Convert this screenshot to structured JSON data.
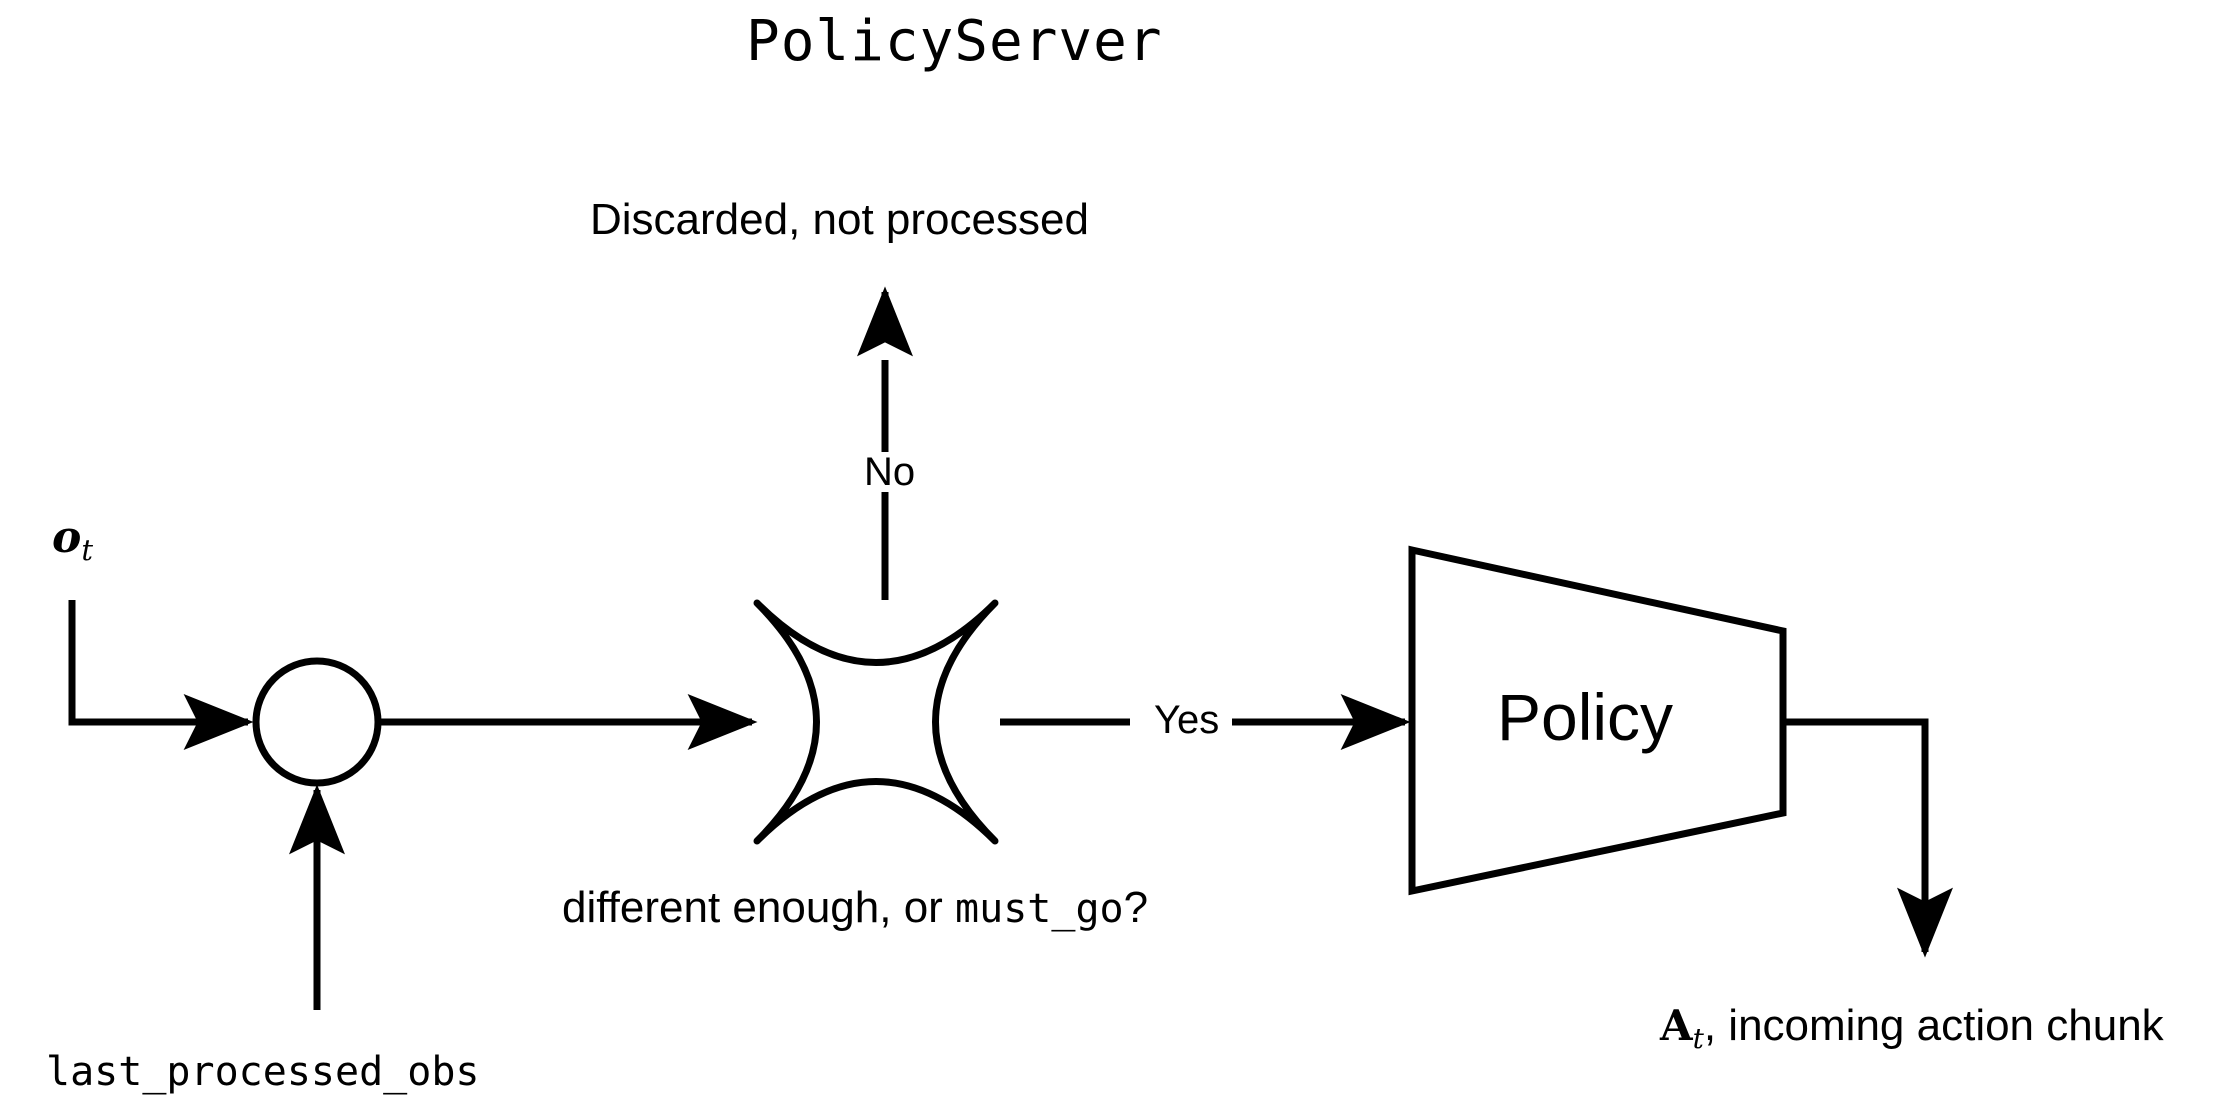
{
  "diagram": {
    "title": "PolicyServer",
    "nodes": {
      "merge": {
        "name": "merge-circle",
        "label": ""
      },
      "decision": {
        "name": "decision-star",
        "caption_prefix": "different enough, or ",
        "caption_code": "must_go",
        "caption_suffix": "?"
      },
      "policy": {
        "name": "policy-trapezoid",
        "label": "Policy"
      }
    },
    "labels": {
      "input_obs_symbol": "o",
      "input_obs_subscript": "t",
      "feedback_input": "last_processed_obs",
      "discarded": "Discarded, not processed",
      "output_symbol": "A",
      "output_subscript": "t",
      "output_text": ", incoming action chunk"
    },
    "edges": {
      "no_branch": "No",
      "yes_branch": "Yes"
    },
    "colors": {
      "stroke": "#000000",
      "background": "#ffffff",
      "text": "#000000"
    }
  }
}
